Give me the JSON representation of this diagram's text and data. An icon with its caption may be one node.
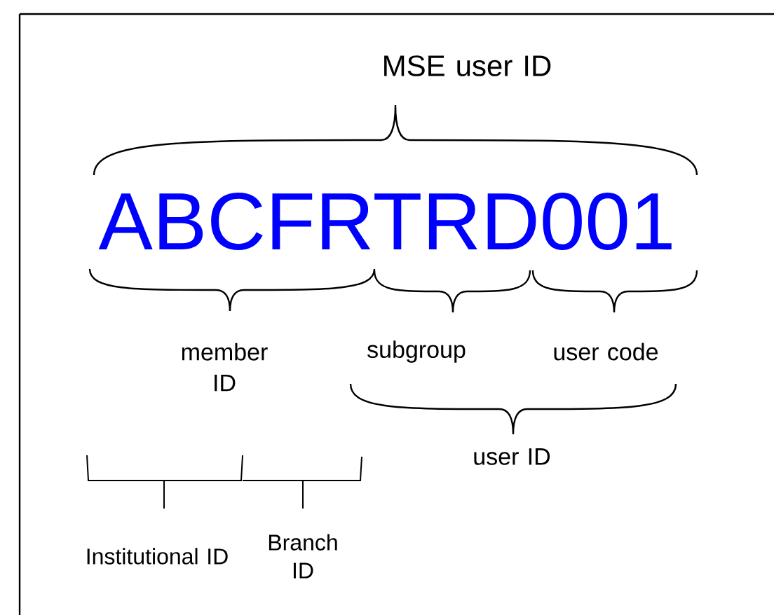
{
  "diagram": {
    "labels": [
      "MSE  user ID",
      "ABCFRTRD001",
      "member ID",
      "subgroup",
      "user code",
      "user ID",
      "Institutional ID",
      "Branch ID"
    ]
  }
}
